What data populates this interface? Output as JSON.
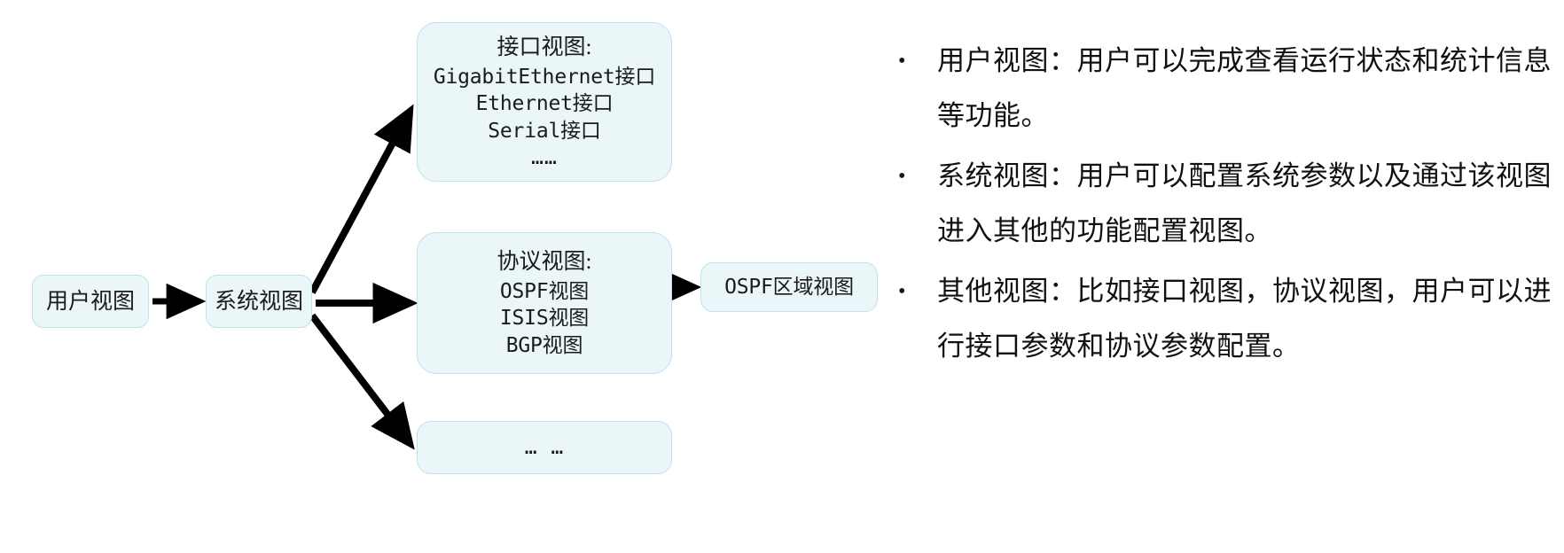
{
  "diagram": {
    "type": "flow",
    "nodes": {
      "user_view": {
        "label": "用户视图"
      },
      "system_view": {
        "label": "系统视图"
      },
      "interface_view": {
        "title": "接口视图:",
        "lines": [
          "GigabitEthernet接口",
          "Ethernet接口",
          "Serial接口"
        ],
        "ellipsis": "……"
      },
      "protocol_view": {
        "title": "协议视图:",
        "lines": [
          "OSPF视图",
          "ISIS视图",
          "BGP视图"
        ]
      },
      "other_view": {
        "label": "… …"
      },
      "ospf_area_view": {
        "label": "OSPF区域视图"
      }
    },
    "edges": [
      {
        "from": "用户视图",
        "to": "系统视图"
      },
      {
        "from": "系统视图",
        "to": "接口视图"
      },
      {
        "from": "系统视图",
        "to": "协议视图"
      },
      {
        "from": "系统视图",
        "to": "… …"
      },
      {
        "from": "协议视图",
        "to": "OSPF区域视图"
      }
    ],
    "colors": {
      "node_fill": "#eaf6f8",
      "node_border": "#bfe2ea",
      "arrow": "#000000",
      "text": "#141414",
      "background": "#ffffff"
    }
  },
  "notes": {
    "bullet_marker": "•",
    "items": [
      {
        "text": "用户视图：用户可以完成查看运行状态和统计信息等功能。"
      },
      {
        "text": "系统视图：用户可以配置系统参数以及通过该视图进入其他的功能配置视图。"
      },
      {
        "text": "其他视图：比如接口视图，协议视图，用户可以进行接口参数和协议参数配置。"
      }
    ]
  }
}
